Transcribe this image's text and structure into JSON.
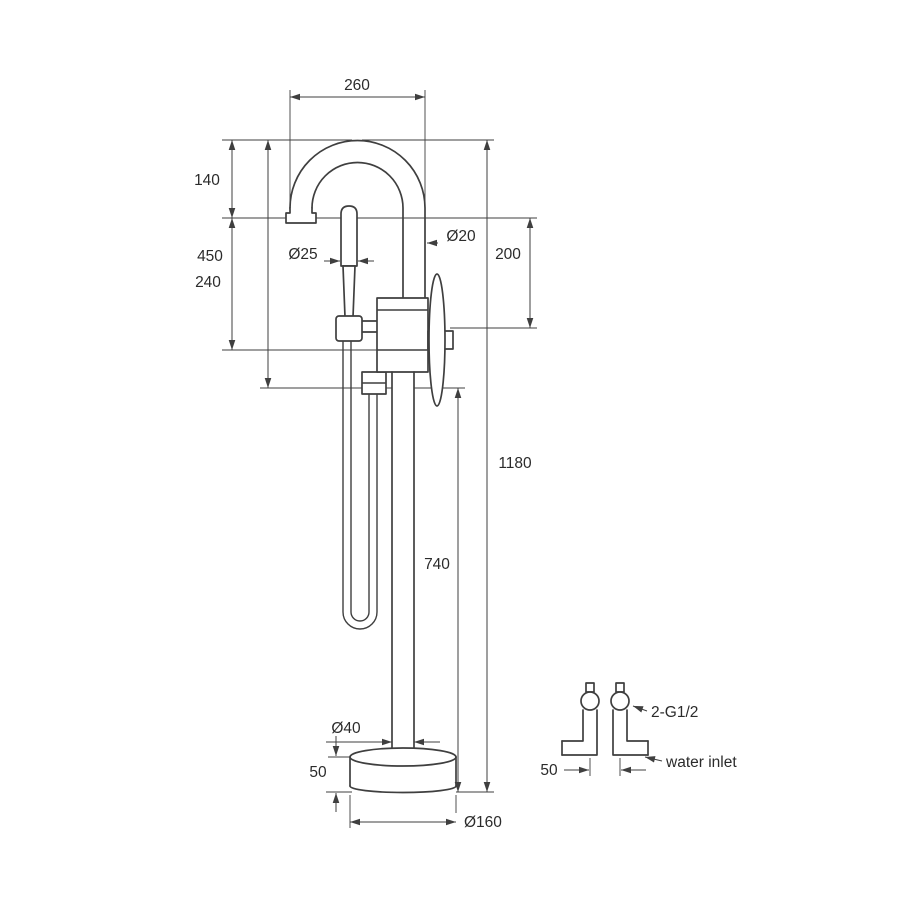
{
  "page": {
    "background": "#ffffff"
  },
  "drawing": {
    "line_color": "#3f3f3f",
    "text_color": "#2b2b2b",
    "dimensions": {
      "spout_reach": "260",
      "spout_drop": "140",
      "upper_section_height": "450",
      "outlet_to_body": "240",
      "handshower_diameter": "Ø25",
      "spout_pipe_diameter": "Ø20",
      "outlet_to_handle": "200",
      "overall_height": "1180",
      "column_height": "740",
      "column_diameter": "Ø40",
      "base_height": "50",
      "base_diameter": "Ø160",
      "inlet_spacing": "50",
      "inlet_thread": "2-G1/2",
      "inlet_caption": "water inlet"
    }
  }
}
